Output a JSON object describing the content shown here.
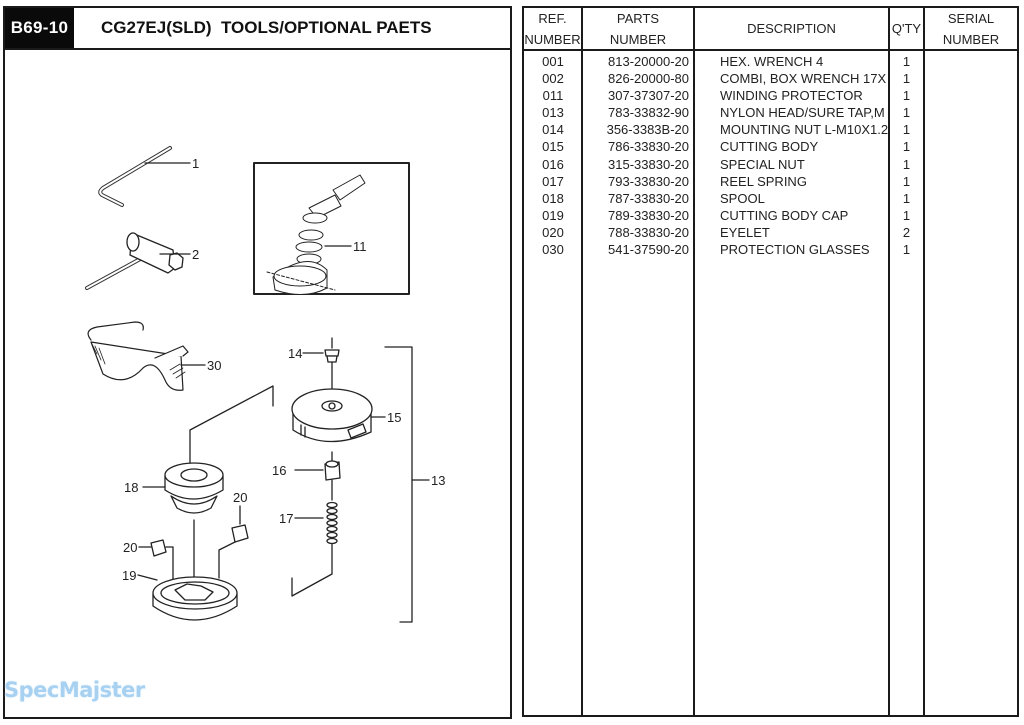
{
  "header": {
    "page_code": "B69-10",
    "title": "CG27EJ(SLD)  TOOLS/OPTIONAL PAETS"
  },
  "diagram": {
    "callouts": {
      "c1": "1",
      "c2": "2",
      "c11": "11",
      "c13": "13",
      "c14": "14",
      "c15": "15",
      "c16": "16",
      "c17": "17",
      "c18": "18",
      "c19": "19",
      "c20a": "20",
      "c20b": "20",
      "c30": "30"
    }
  },
  "table": {
    "headers": {
      "ref": [
        "REF.",
        "NUMBER"
      ],
      "parts": [
        "PARTS",
        "NUMBER"
      ],
      "description": "DESCRIPTION",
      "qty": "Q'TY",
      "serial": [
        "SERIAL",
        "NUMBER"
      ]
    },
    "rows": [
      {
        "ref": "001",
        "part": "813-20000-20",
        "desc": "HEX. WRENCH 4",
        "qty": "1"
      },
      {
        "ref": "002",
        "part": "826-20000-80",
        "desc": "COMBI, BOX WRENCH 17X",
        "qty": "1"
      },
      {
        "ref": "011",
        "part": "307-37307-20",
        "desc": "WINDING PROTECTOR",
        "qty": "1"
      },
      {
        "ref": "013",
        "part": "783-33832-90",
        "desc": "NYLON HEAD/SURE TAP,M",
        "qty": "1"
      },
      {
        "ref": "014",
        "part": "356-3383B-20",
        "desc": "MOUNTING NUT L-M10X1.2",
        "qty": "1"
      },
      {
        "ref": "015",
        "part": "786-33830-20",
        "desc": "CUTTING BODY",
        "qty": "1"
      },
      {
        "ref": "016",
        "part": "315-33830-20",
        "desc": "SPECIAL NUT",
        "qty": "1"
      },
      {
        "ref": "017",
        "part": "793-33830-20",
        "desc": "REEL SPRING",
        "qty": "1"
      },
      {
        "ref": "018",
        "part": "787-33830-20",
        "desc": "SPOOL",
        "qty": "1"
      },
      {
        "ref": "019",
        "part": "789-33830-20",
        "desc": "CUTTING BODY CAP",
        "qty": "1"
      },
      {
        "ref": "020",
        "part": "788-33830-20",
        "desc": "EYELET",
        "qty": "2"
      },
      {
        "ref": "030",
        "part": "541-37590-20",
        "desc": "PROTECTION GLASSES",
        "qty": "1"
      }
    ]
  },
  "watermark": "SpecMajster"
}
